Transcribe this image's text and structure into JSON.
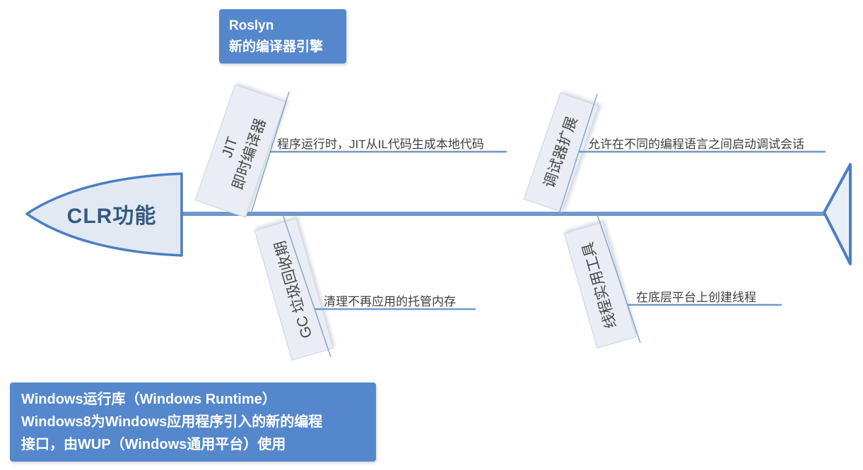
{
  "head": {
    "label": "CLR功能"
  },
  "notes": {
    "top": {
      "title": "Roslyn",
      "subtitle": "新的编译器引擎"
    },
    "bottom": {
      "lines": [
        "Windows运行库（Windows Runtime）",
        "Windows8为Windows应用程序引入的新的编程",
        "接口，由WUP（Windows通用平台）使用"
      ]
    }
  },
  "branches": [
    {
      "name": "jit",
      "position": "top-left",
      "label_line1": "JIT",
      "label_line2": "即时编译器",
      "annotation": "程序运行时，JIT从IL代码生成本地代码"
    },
    {
      "name": "debugger-extension",
      "position": "top-right",
      "label_line1": "调试器扩展",
      "annotation": "允许在不同的编程语言之间启动调试会话"
    },
    {
      "name": "garbage-collector",
      "position": "bottom-left",
      "label_line1": "GC 垃圾回收期",
      "annotation": "清理不再应用的托管内存"
    },
    {
      "name": "thread-utilities",
      "position": "bottom-right",
      "label_line1": "线程实用工具",
      "annotation": "在底层平台上创建线程"
    }
  ],
  "colors": {
    "note_blue": "#5587cc",
    "spine_blue": "#6e9aca",
    "branch_line_blue": "#85a8cd",
    "shape_border_blue": "#4b7ec2",
    "shape_fill": "#e3e9f3",
    "label_box_fill": "#eaedf4",
    "head_text": "#35597f",
    "annotation_text": "#3f3f3f"
  }
}
